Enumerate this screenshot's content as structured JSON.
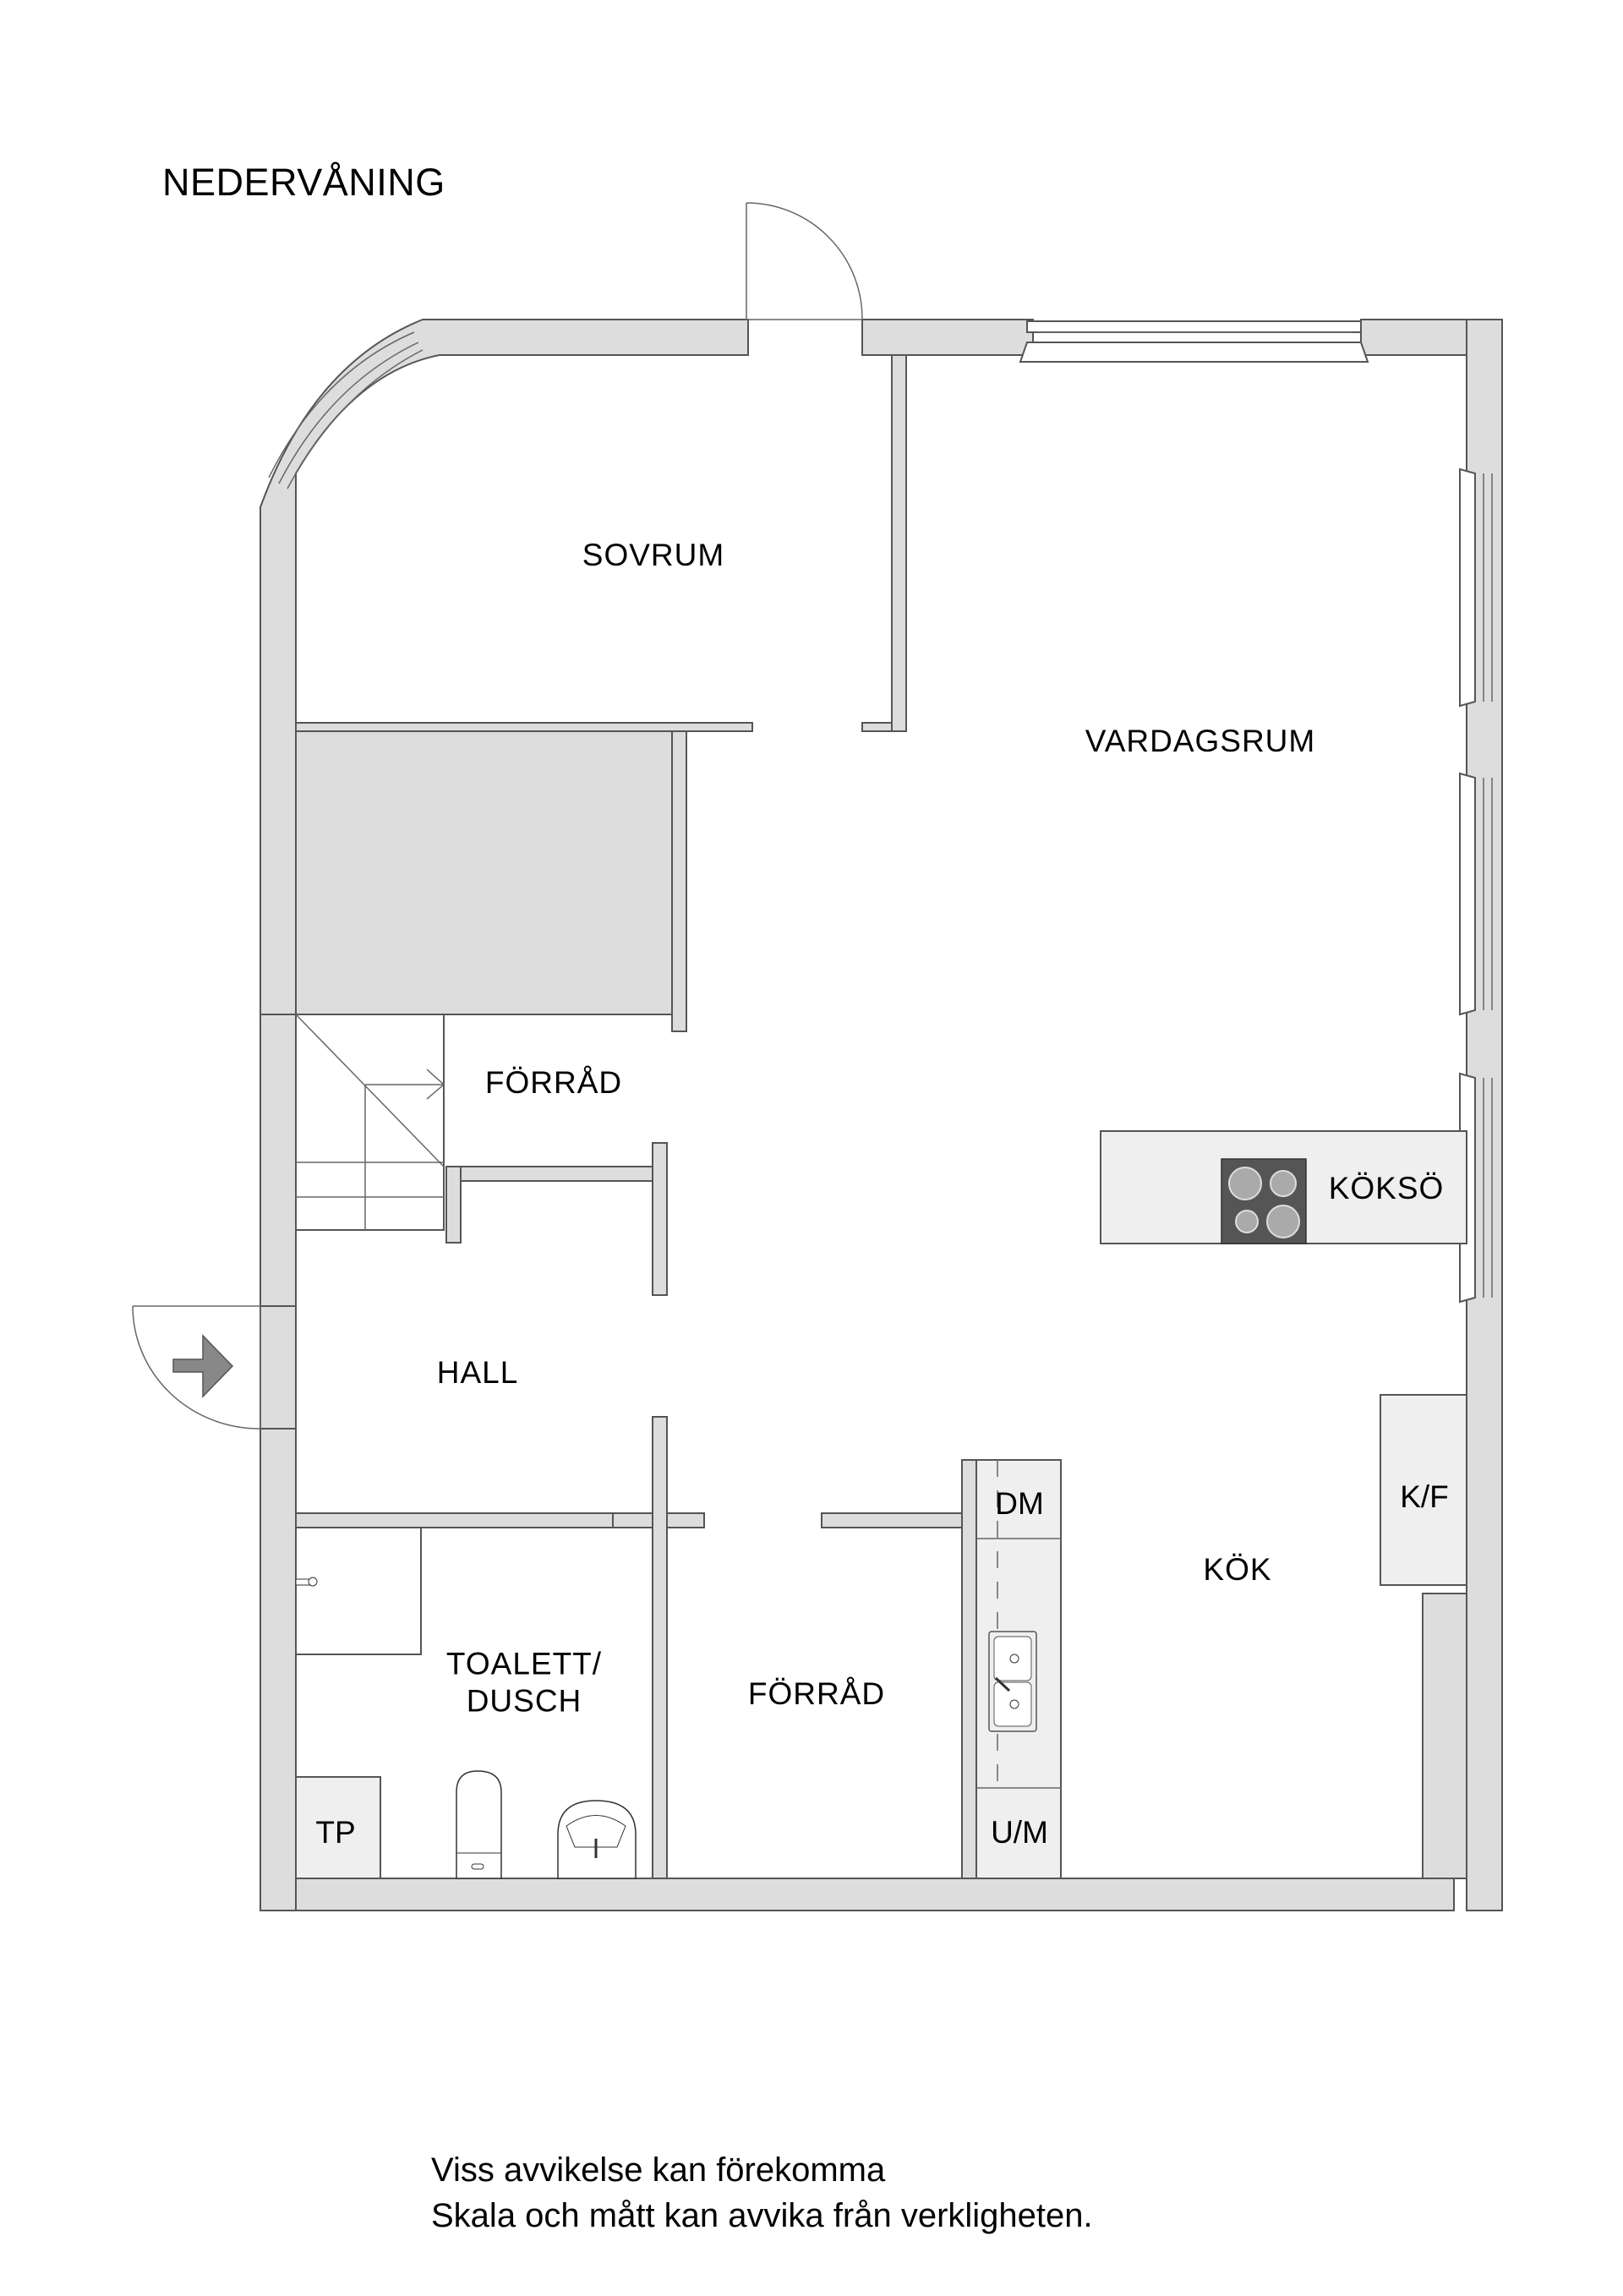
{
  "header": {
    "title": "NEDERVÅNING"
  },
  "rooms": {
    "sovrum": "SOVRUM",
    "vardagsrum": "VARDAGSRUM",
    "forrad_upper": "FÖRRÅD",
    "koksö": "KÖKSÖ",
    "hall": "HALL",
    "toalett_line1": "TOALETT/",
    "toalett_line2": "DUSCH",
    "forrad_lower": "FÖRRÅD",
    "kok": "KÖK"
  },
  "fixtures": {
    "dm": "DM",
    "um": "U/M",
    "kf": "K/F",
    "tp": "TP"
  },
  "icons": {
    "entrance": "entrance-arrow-icon",
    "stove": "stove-icon",
    "sink": "sink-icon",
    "toilet": "toilet-icon",
    "washbasin": "washbasin-icon",
    "shower": "shower-icon",
    "stairs": "stairs-icon"
  },
  "colors": {
    "wall_fill": "#dddddd",
    "wall_stroke": "#555555",
    "counter_fill": "#efefef",
    "stove_fill": "#555555",
    "entrance_arrow": "#888888"
  },
  "footer": {
    "line1": "Viss avvikelse kan förekomma",
    "line2": "Skala och mått kan avvika från verkligheten."
  }
}
